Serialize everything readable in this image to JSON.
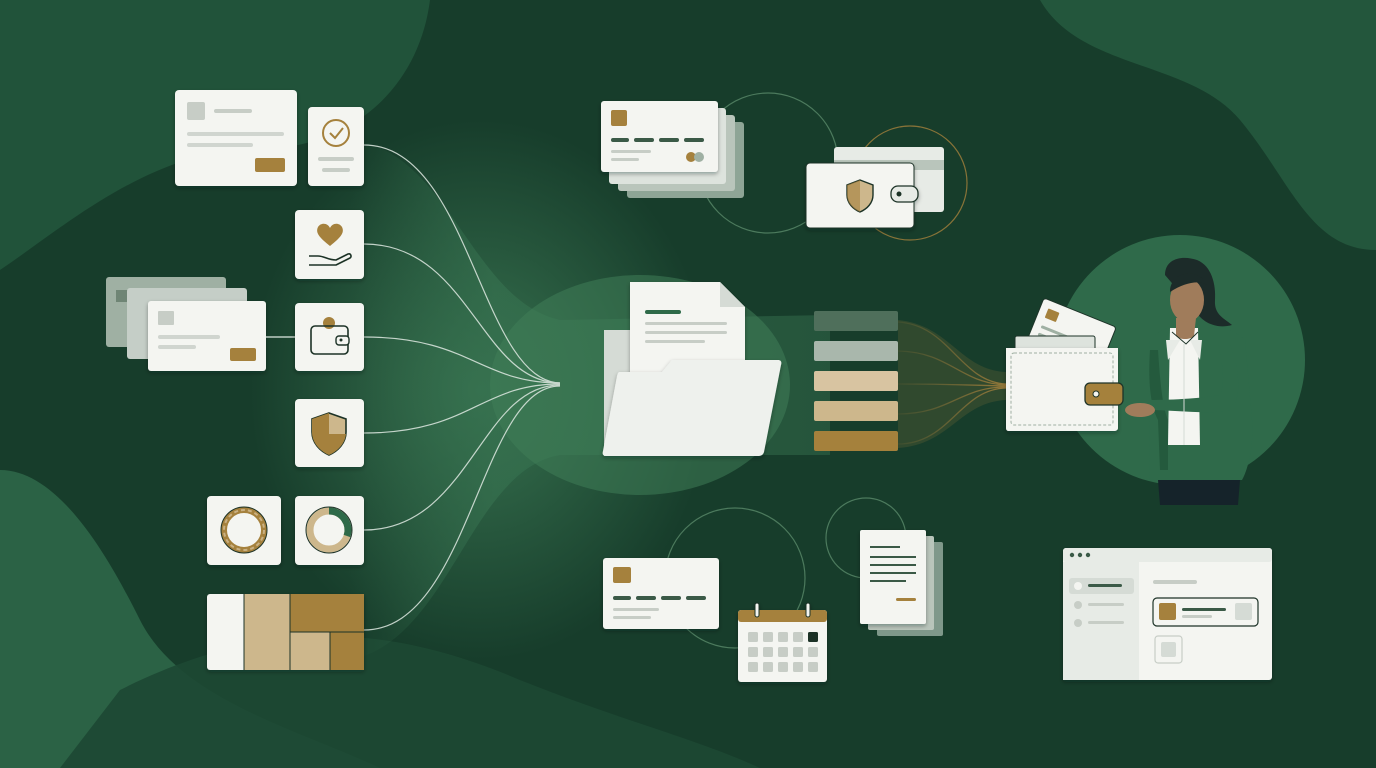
{
  "palette": {
    "background": "#173d2b",
    "background_light": "#2f6a4a",
    "card": "#f4f5f1",
    "card_shadow": "#a8b5ab",
    "gold": "#a5813c",
    "tan": "#cdb78c",
    "sage": "#7c9484",
    "ink": "#1d3328"
  },
  "icons": {
    "left_column": [
      "card-icon",
      "checkmark-badge-icon",
      "heart-in-hand-icon",
      "stacked-cards-icon",
      "wallet-icon",
      "shield-icon",
      "ring-chart-icon",
      "partial-ring-chart-icon",
      "treemap-icon"
    ],
    "center": [
      "folder-icon",
      "document-icon",
      "stacked-bars-icon",
      "wallet-with-cards-icon"
    ],
    "top": [
      "card-stack-icon",
      "wallet-shield-icon"
    ],
    "bottom": [
      "payment-card-icon",
      "calendar-icon",
      "document-stack-icon",
      "browser-window-icon"
    ],
    "figure": [
      "person-holding-wallet"
    ]
  },
  "stacked_bars": {
    "count": 5,
    "colors": [
      "#4f6f5b",
      "#a9b7ac",
      "#d8c4a1",
      "#cdb78c",
      "#a5813c"
    ]
  },
  "charts": {
    "ring_fill": 1.0,
    "partial_ring_fill": 0.7
  },
  "calendar": {
    "highlighted_cell": 4
  }
}
